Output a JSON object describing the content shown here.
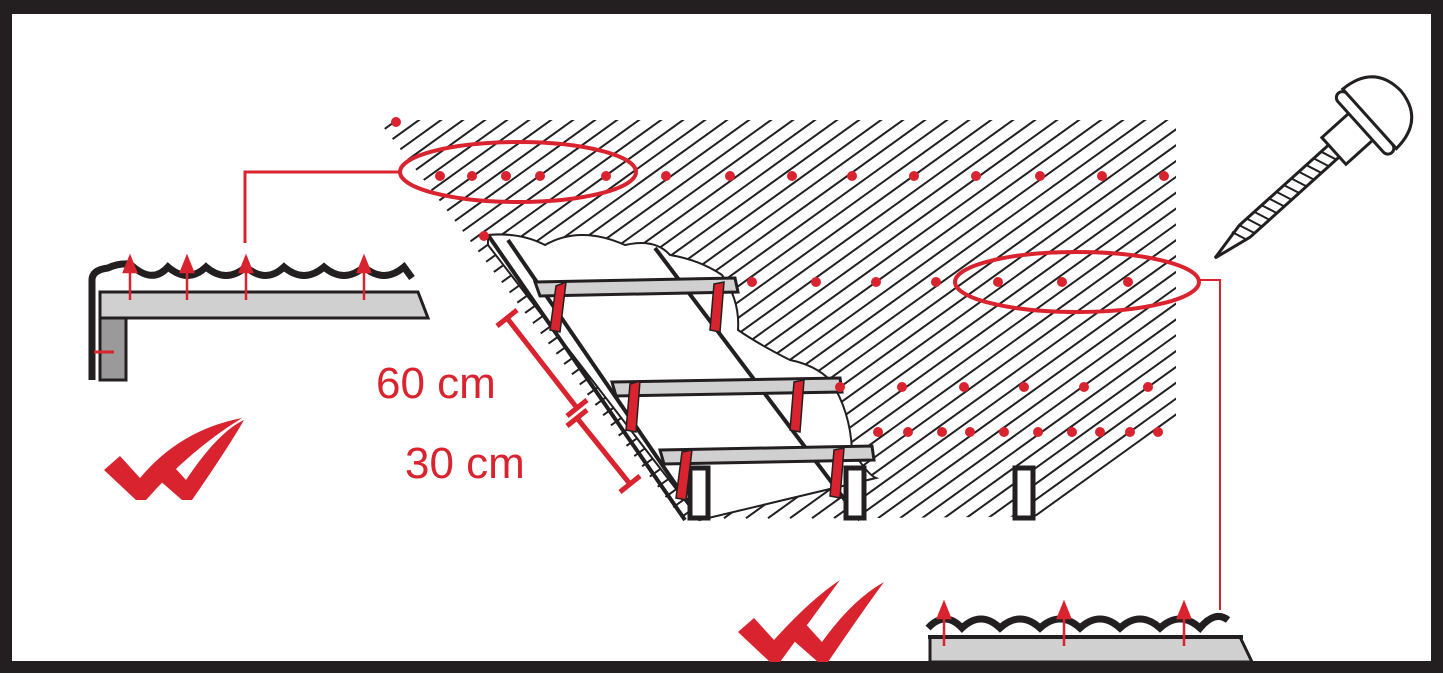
{
  "diagram": {
    "dimensions": [
      {
        "id": "top",
        "label": "60 cm"
      },
      {
        "id": "bottom",
        "label": "30 cm"
      }
    ],
    "details": [
      {
        "id": "edge-detail",
        "approved": true
      },
      {
        "id": "middle-detail",
        "approved": true
      }
    ],
    "colors": {
      "accent": "#d9232e",
      "line": "#231f20",
      "board": "#d0d0d0",
      "frame": "#231f20"
    },
    "icons": [
      "roofing-screw-icon",
      "double-checkmark-icon"
    ]
  }
}
